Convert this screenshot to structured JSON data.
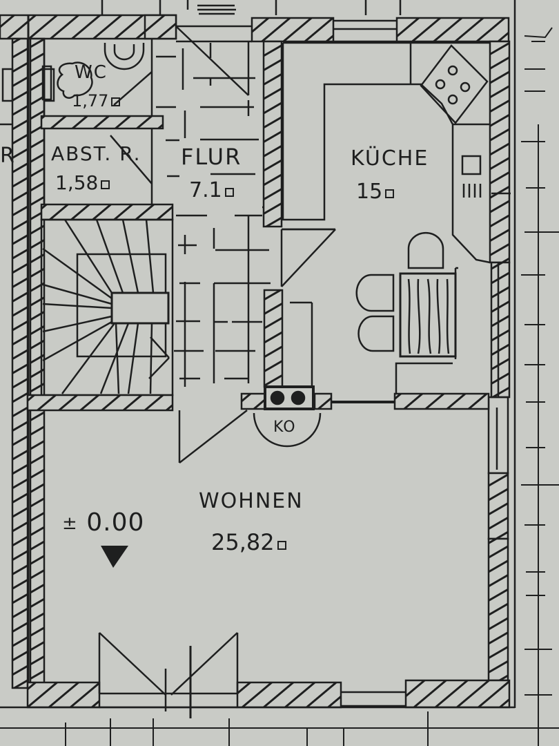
{
  "drawing": {
    "type": "architectural floor plan (ground floor)",
    "background_color": "#c9cbc6",
    "line_color": "#1e1f1f"
  },
  "rooms": {
    "wc": {
      "name": "WC",
      "area": "1,77",
      "unit_symbol": "m²-square"
    },
    "abstellraum": {
      "name": "ABST. R.",
      "area": "1,58",
      "unit_symbol": "m²-square"
    },
    "flur": {
      "name": "FLUR",
      "area": "7.1",
      "unit_symbol": "m²-square"
    },
    "kueche": {
      "name": "KÜCHE",
      "area": "15",
      "unit_symbol": "m²-square"
    },
    "wohnen": {
      "name": "WOHNEN",
      "area": "25,82",
      "unit_symbol": "m²-square"
    },
    "neighbor": {
      "name_fragment": "R"
    }
  },
  "annotations": {
    "chimney_label": "KO",
    "level": {
      "symbol": "±",
      "value": "0.00"
    }
  },
  "fixtures": [
    "wc-toilet",
    "wc-washbasin",
    "staircase-winding",
    "kitchen-stove-4-burner",
    "kitchen-sink",
    "dining-table",
    "dining-chair-1",
    "dining-chair-2",
    "dining-chair-3",
    "chimney-double-flue",
    "terrace-double-door"
  ]
}
